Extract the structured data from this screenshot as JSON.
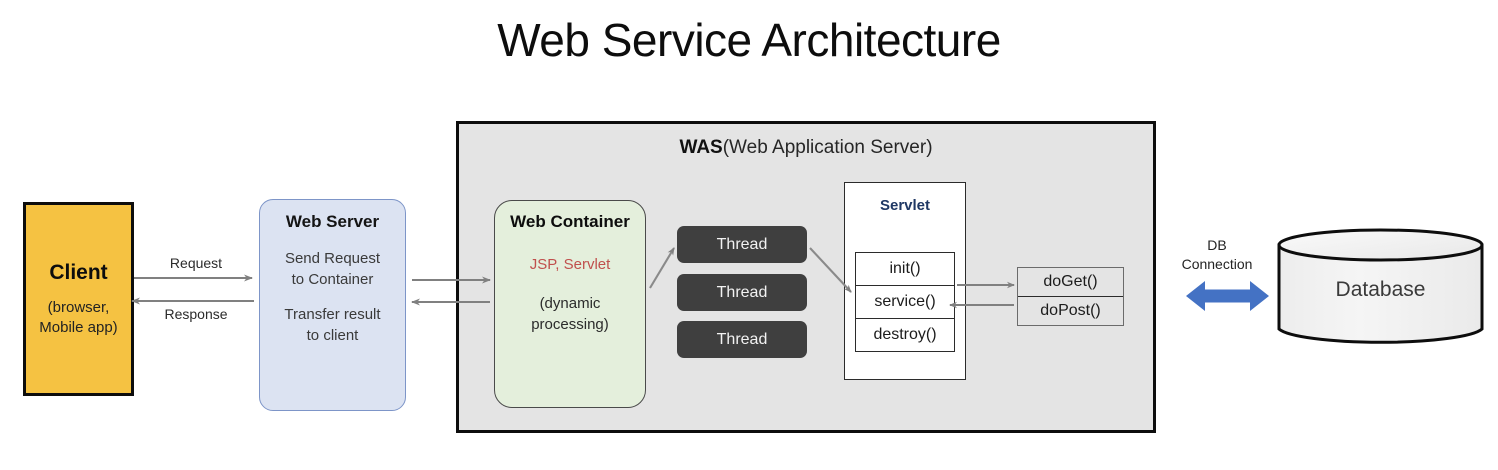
{
  "page": {
    "title": "Web Service Architecture",
    "background": "#FFFFFF"
  },
  "colors": {
    "client_fill": "#F5C242",
    "client_border": "#0D0D0D",
    "web_server_fill": "#DCE3F2",
    "web_server_border": "#7D95C8",
    "was_fill": "#E4E4E4",
    "was_border": "#0D0D0D",
    "web_container_fill": "#E4EFDC",
    "web_container_border": "#4A4A4A",
    "thread_fill": "#3F3F3F",
    "thread_text": "#F2F2F2",
    "servlet_title": "#1F3864",
    "jsp_servlet_text": "#C0504D",
    "do_box_fill": "#E4E4E4",
    "db_arrow": "#4472C4",
    "database_fill": "#F2F2F2",
    "connector_gray": "#808080"
  },
  "client": {
    "title": "Client",
    "sub_line_1": "(browser,",
    "sub_line_2": "Mobile app)"
  },
  "flows": {
    "request_label": "Request",
    "response_label": "Response"
  },
  "web_server": {
    "title": "Web Server",
    "line_1": "Send Request",
    "line_2": "to Container",
    "line_3": "Transfer result",
    "line_4": "to client"
  },
  "was": {
    "abbr": "WAS",
    "full": "(Web Application Server)"
  },
  "web_container": {
    "title": "Web Container",
    "jsp_servlet": "JSP, Servlet",
    "dynamic_line_1": "(dynamic",
    "dynamic_line_2": "processing)"
  },
  "threads": [
    {
      "label": "Thread"
    },
    {
      "label": "Thread"
    },
    {
      "label": "Thread"
    }
  ],
  "servlet": {
    "title": "Servlet",
    "methods": [
      {
        "label": "init()"
      },
      {
        "label": "service()"
      },
      {
        "label": "destroy()"
      }
    ]
  },
  "do_methods": [
    {
      "label": "doGet()"
    },
    {
      "label": "doPost()"
    }
  ],
  "database": {
    "connection_line_1": "DB",
    "connection_line_2": "Connection",
    "label": "Database"
  }
}
